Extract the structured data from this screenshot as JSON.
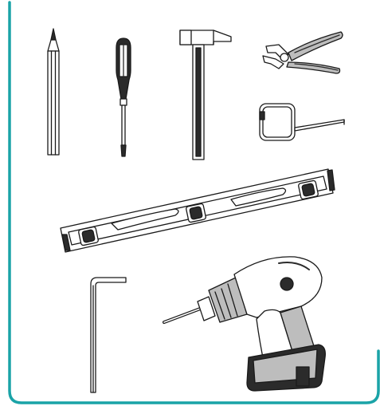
{
  "colors": {
    "frame": "#1aa3a7",
    "ink": "#1a1a1a",
    "fill_light": "#ffffff",
    "fill_mid": "#bdbdbd",
    "fill_dark": "#2b2b2b"
  },
  "tools": [
    {
      "key": "pencil",
      "icon": "pencil-icon"
    },
    {
      "key": "screwdriver",
      "icon": "screwdriver-icon"
    },
    {
      "key": "hammer",
      "icon": "hammer-icon"
    },
    {
      "key": "pliers",
      "icon": "pliers-icon"
    },
    {
      "key": "tape_measure",
      "icon": "tape-measure-icon"
    },
    {
      "key": "spirit_level",
      "icon": "spirit-level-icon"
    },
    {
      "key": "hex_key",
      "icon": "hex-key-icon"
    },
    {
      "key": "drill",
      "icon": "cordless-drill-icon"
    }
  ]
}
